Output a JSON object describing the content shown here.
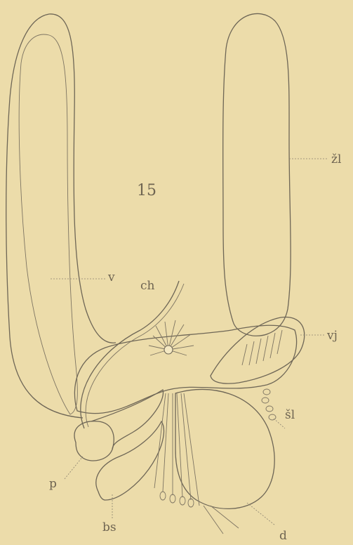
{
  "figure": {
    "number": "15",
    "labels": {
      "v": "v",
      "ch": "ch",
      "zl": "žl",
      "vj": "vj",
      "sl": "šl",
      "p": "p",
      "bs": "bs",
      "d": "d"
    }
  },
  "colors": {
    "paper": "#ecdcaa",
    "ink": "#6e6656",
    "stipple": "#a89c80"
  }
}
